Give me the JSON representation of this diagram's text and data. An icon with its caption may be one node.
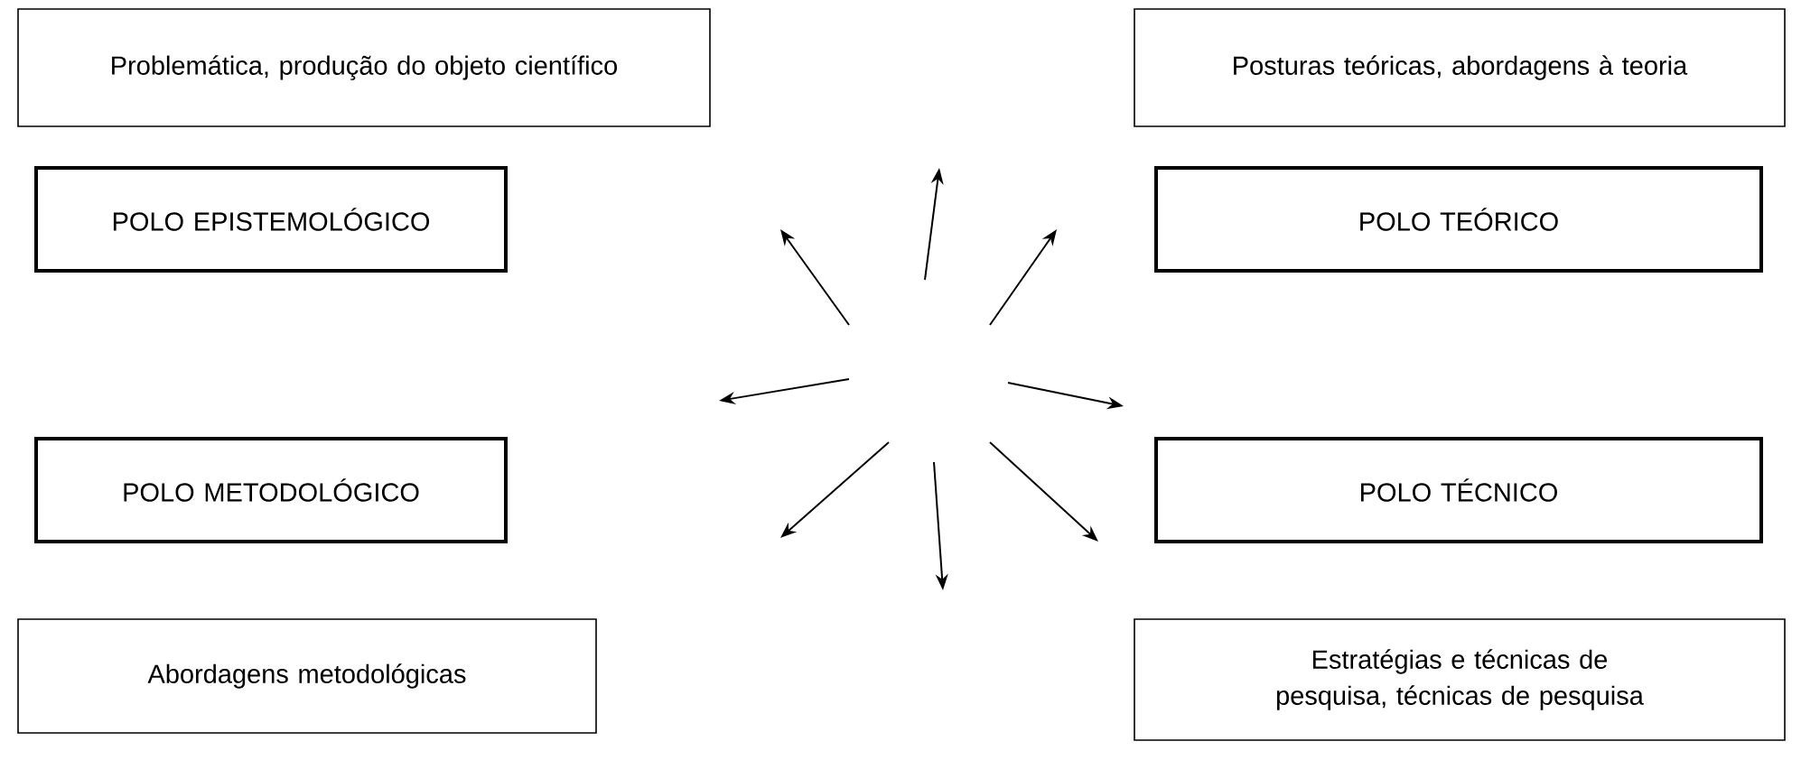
{
  "diagram": {
    "nodes": [
      {
        "text": [
          "Problemática, produção do objeto científico"
        ]
      },
      {
        "text": [
          "Posturas teóricas, abordagens à teoria"
        ]
      },
      {
        "text": [
          "POLO EPISTEMOLÓGICO"
        ]
      },
      {
        "text": [
          "POLO TEÓRICO"
        ]
      },
      {
        "text": [
          "POLO METODOLÓGICO"
        ]
      },
      {
        "text": [
          "POLO TÉCNICO"
        ]
      },
      {
        "text": [
          "Abordagens  metodológicas"
        ]
      },
      {
        "text": [
          "Estratégias e técnicas de pesquisa, técnicas de pesquisa"
        ]
      }
    ]
  }
}
